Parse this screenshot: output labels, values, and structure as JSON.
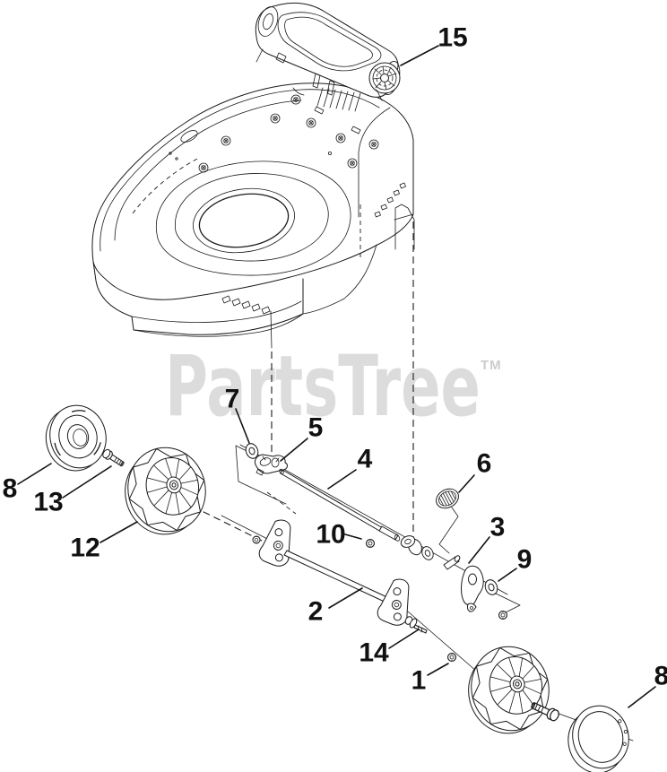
{
  "diagram": {
    "type": "exploded-parts-diagram",
    "watermark": {
      "text": "PartsTree",
      "tm": "TM",
      "color": "#dcdcdc",
      "tm_color": "#cccccc"
    },
    "colors": {
      "background": "#ffffff",
      "line": "#1a1a1a",
      "callout_text": "#111111"
    },
    "callouts": [
      {
        "id": "15",
        "label": "15"
      },
      {
        "id": "7",
        "label": "7"
      },
      {
        "id": "5",
        "label": "5"
      },
      {
        "id": "4",
        "label": "4"
      },
      {
        "id": "6",
        "label": "6"
      },
      {
        "id": "8-left",
        "label": "8"
      },
      {
        "id": "13",
        "label": "13"
      },
      {
        "id": "12",
        "label": "12"
      },
      {
        "id": "3",
        "label": "3"
      },
      {
        "id": "10",
        "label": "10"
      },
      {
        "id": "9",
        "label": "9"
      },
      {
        "id": "2",
        "label": "2"
      },
      {
        "id": "14",
        "label": "14"
      },
      {
        "id": "1",
        "label": "1"
      },
      {
        "id": "8-right",
        "label": "8"
      }
    ]
  }
}
